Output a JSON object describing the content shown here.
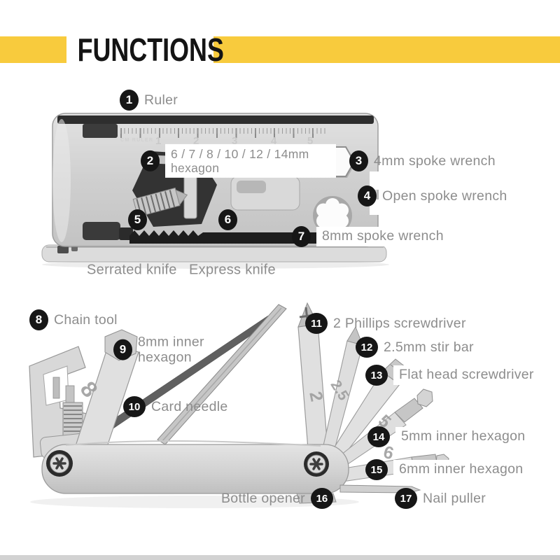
{
  "header": {
    "title": "FUNCTIONS"
  },
  "colors": {
    "accent_yellow": "#F8CB3D",
    "label_grey": "#8D8D8D",
    "badge_black": "#161616"
  },
  "top_diagram": {
    "ruler_brand": "CM RULER",
    "ruler_numbers": [
      "1",
      "2",
      "3",
      "4",
      "5"
    ],
    "callouts": {
      "c1": {
        "num": "1",
        "label": "Ruler"
      },
      "c2": {
        "num": "2",
        "label": "6 / 7 / 8 / 10 / 12 / 14mm hexagon"
      },
      "c3": {
        "num": "3",
        "label": "4mm spoke wrench"
      },
      "c4": {
        "num": "4",
        "label": "Open spoke wrench"
      },
      "c5": {
        "num": "5",
        "label": "Serrated knife"
      },
      "c6": {
        "num": "6",
        "label": "Express knife"
      },
      "c7": {
        "num": "7",
        "label": "8mm spoke wrench"
      }
    }
  },
  "bottom_diagram": {
    "bit_marks": {
      "hex8": "8",
      "phillips2": "2",
      "stir25": "2.5",
      "hex5": "5",
      "hex6": "6"
    },
    "callouts": {
      "c8": {
        "num": "8",
        "label": "Chain tool"
      },
      "c9": {
        "num": "9",
        "label": "8mm inner hexagon"
      },
      "c10": {
        "num": "10",
        "label": "Card needle"
      },
      "c11": {
        "num": "11",
        "label": "2 Phillips screwdriver"
      },
      "c12": {
        "num": "12",
        "label": "2.5mm stir bar"
      },
      "c13": {
        "num": "13",
        "label": "Flat head screwdriver"
      },
      "c14": {
        "num": "14",
        "label": "5mm inner hexagon"
      },
      "c15": {
        "num": "15",
        "label": "6mm inner hexagon"
      },
      "c16": {
        "num": "16",
        "label": "Bottle opener"
      },
      "c17": {
        "num": "17",
        "label": "Nail puller"
      }
    }
  }
}
